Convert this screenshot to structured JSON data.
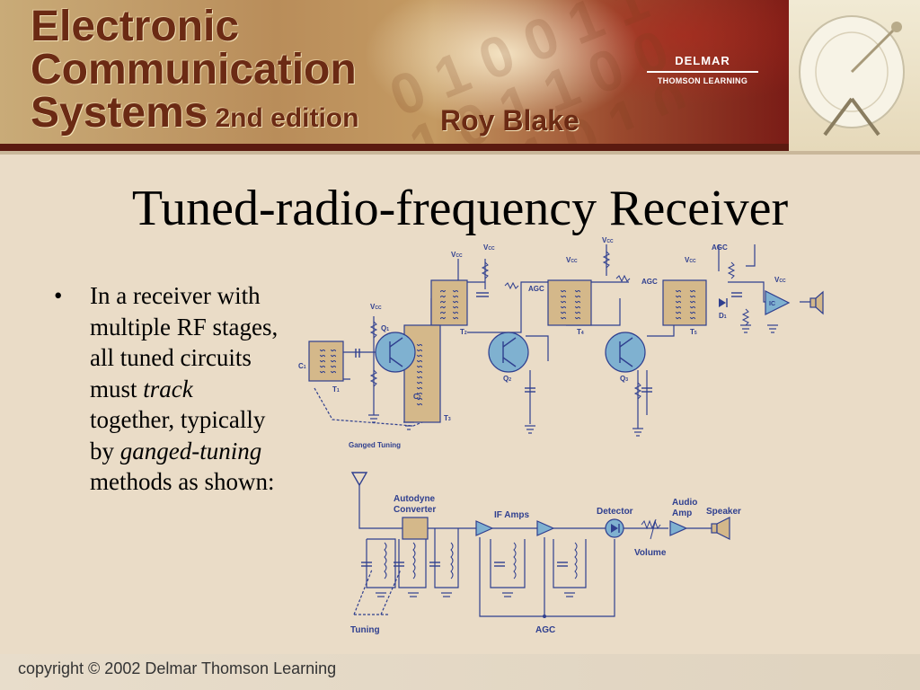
{
  "banner": {
    "title_line1": "Electronic",
    "title_line2": "Communication",
    "title_line3": "Systems",
    "edition": "2nd edition",
    "author": "Roy Blake",
    "publisher_name": "DELMAR",
    "publisher_sub": "THOMSON LEARNING"
  },
  "slide": {
    "title": "Tuned-radio-frequency Receiver",
    "bullet": {
      "marker": "•",
      "part1": "In a receiver with multiple RF stages, all tuned circuits must ",
      "emph1": "track",
      "part2": " together, typically by ",
      "emph2": "ganged-tuning",
      "part3": " methods as shown:"
    }
  },
  "diagram_top": {
    "vcc": "V",
    "vcc_sub": "CC",
    "agc": "AGC",
    "ganged_tuning": "Ganged Tuning",
    "q1": "Q",
    "q1_sub": "1",
    "q2": "Q",
    "q2_sub": "2",
    "q3": "Q",
    "q3_sub": "3",
    "t1": "T",
    "t1_sub": "1",
    "t2": "T",
    "t2_sub": "2",
    "t3": "T",
    "t3_sub": "3",
    "t4": "T",
    "t4_sub": "4",
    "t5": "T",
    "t5_sub": "5",
    "c1": "C",
    "c1_sub": "1",
    "c2": "C",
    "c2_sub": "2",
    "d1": "D",
    "d1_sub": "1",
    "ic": "IC"
  },
  "diagram_bottom": {
    "autodyne": "Autodyne",
    "converter": "Converter",
    "if_amps": "IF Amps",
    "detector": "Detector",
    "audio": "Audio",
    "amp": "Amp",
    "speaker": "Speaker",
    "volume": "Volume",
    "tuning": "Tuning",
    "agc": "AGC"
  },
  "footer": {
    "copyright": "copyright © 2002 Delmar Thomson Learning"
  },
  "colors": {
    "background": "#eadcc7",
    "banner_text": "#6b2a14",
    "circuit_blue": "#2f3f8f",
    "transformer_fill": "#d4b88a",
    "transistor_fill": "#7fb1d0"
  }
}
